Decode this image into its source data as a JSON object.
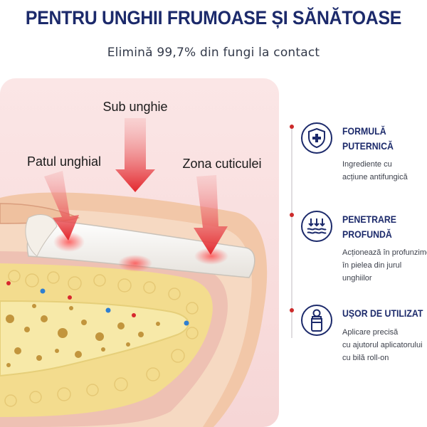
{
  "header": {
    "title": "PENTRU UNGHII FRUMOASE ȘI SĂNĂTOASE",
    "subtitle": "Elimină 99,7% din fungi la contact"
  },
  "illustration": {
    "labels": {
      "sub_unghie": "Sub unghie",
      "patul_unghial": "Patul unghial",
      "zona_cuticulei": "Zona cuticulei"
    }
  },
  "benefits": [
    {
      "icon": "shield-cross-icon",
      "title_line1": "FORMULĂ",
      "title_line2": "PUTERNICĂ",
      "desc_line1": "Ingrediente cu",
      "desc_line2": "acțiune antifungică"
    },
    {
      "icon": "deep-penetration-icon",
      "title_line1": "PENETRARE",
      "title_line2": "PROFUNDĂ",
      "desc_line1": "Acționează în profunzime",
      "desc_line2": "în pielea din jurul unghiilor"
    },
    {
      "icon": "roll-on-bottle-icon",
      "title_line1": "UȘOR DE UTILIZAT",
      "desc_line1": "Aplicare precisă",
      "desc_line2": "cu ajutorul aplicatorului",
      "desc_line3": "cu bilă roll-on"
    }
  ],
  "colors": {
    "navy": "#1c2a6b",
    "accent_red": "#e0262c",
    "skin_pink": "#f7dcdc",
    "fat_yellow": "#f3dc8e"
  }
}
